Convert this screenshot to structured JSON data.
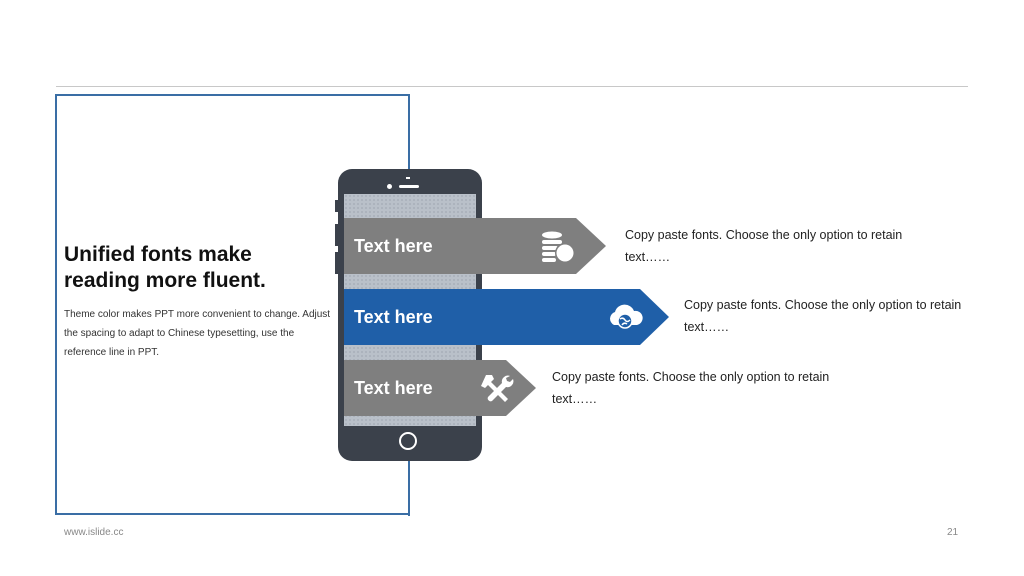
{
  "slide": {
    "title": "Unified fonts make reading more fluent.",
    "body": "Theme color makes PPT more convenient to change. Adjust the spacing to adapt to Chinese typesetting, use the reference line in PPT.",
    "footer_url": "www.islide.cc",
    "page_number": "21"
  },
  "colors": {
    "accent": "#1f5fa8",
    "gray_banner": "#7f7f7f",
    "phone_body": "#3b414b",
    "frame": "#3a6ea5"
  },
  "items": [
    {
      "label": "Text here",
      "icon": "coins-icon",
      "description": "Copy paste fonts. Choose the only option to retain text……"
    },
    {
      "label": "Text here",
      "icon": "cloud-globe-icon",
      "description": "Copy paste fonts. Choose the only option to retain text……"
    },
    {
      "label": "Text here",
      "icon": "tools-icon",
      "description": "Copy paste fonts. Choose the only option to retain text……"
    }
  ]
}
